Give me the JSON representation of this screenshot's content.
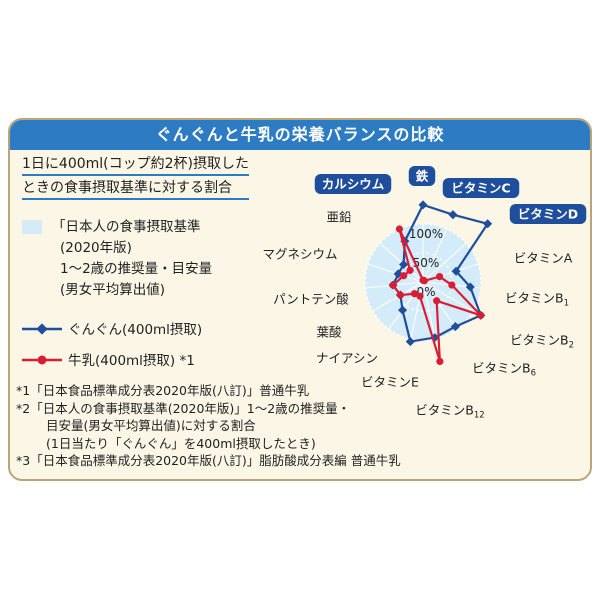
{
  "header": {
    "title": "ぐんぐんと牛乳の栄養バランスの比較"
  },
  "intro": {
    "line1": "1日に400ml(コップ約2杯)摂取した",
    "line2": "ときの食事摂取基準に対する割合"
  },
  "legend": {
    "standard": [
      "「日本人の食事摂取基準",
      "(2020年版)",
      "1〜2歳の推奨量・目安量",
      "(男女平均算出値)"
    ],
    "gungun": "ぐんぐん(400ml摂取)",
    "milk": "牛乳(400ml摂取) *1"
  },
  "notes": [
    "*1「日本食品標準成分表2020年版(八訂)」普通牛乳",
    "*2「日本人の食事摂取基準(2020年版)」1〜2歳の推奨量・",
    "目安量(男女平均算出値)に対する割合",
    "(1日当たり「ぐんぐん」を400ml摂取したとき)",
    "*3「日本食品標準成分表2020年版(八訂)」脂肪酸成分表編 普通牛乳"
  ],
  "colors": {
    "gungun": "#1f4e9c",
    "milk": "#d81e34",
    "standard_fill": "#d4ecf9",
    "header": "#2d7cc3",
    "panel_bg": "#fbf6e6"
  },
  "chart_data": {
    "type": "radar",
    "ring_labels": [
      "100%",
      "50%",
      "0%"
    ],
    "axes": [
      "鉄",
      "ビタミンC",
      "ビタミンD",
      "ビタミンA",
      "ビタミンB1",
      "ビタミンB2",
      "ビタミンB6",
      "ビタミンB12",
      "ビタミンE",
      "ナイアシン",
      "葉酸",
      "パントテン酸",
      "マグネシウム",
      "亜鉛",
      "カルシウム"
    ],
    "highlighted_axes": [
      "鉄",
      "ビタミンC",
      "ビタミンD",
      "カルシウム"
    ],
    "series": [
      {
        "name": "ぐんぐん(400ml摂取)",
        "values": [
          133,
          127,
          150,
          60,
          82,
          115,
          95,
          98,
          105,
          60,
          45,
          52,
          45,
          45,
          77
        ]
      },
      {
        "name": "牛乳(400ml摂取) *1",
        "values": [
          3,
          3,
          3,
          30,
          50,
          115,
          40,
          140,
          25,
          25,
          45,
          52,
          35,
          30,
          100
        ]
      }
    ],
    "standard_level": 100
  }
}
